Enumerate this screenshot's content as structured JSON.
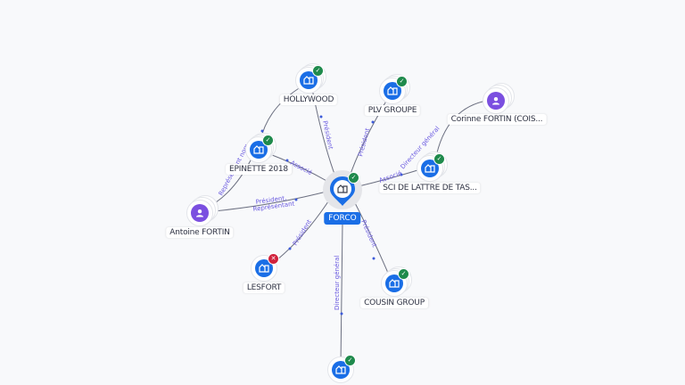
{
  "colors": {
    "company": "#1a6ee6",
    "person": "#7b4fe0",
    "active_badge": "#1f8a4c",
    "closed_badge": "#d1223c",
    "edge_label": "#6a5ae0"
  },
  "center": {
    "label": "FORCO",
    "type": "company",
    "status": "active",
    "icon": "building-icon"
  },
  "nodes": [
    {
      "id": "hollywood",
      "label": "HOLLYWOOD",
      "type": "company",
      "status": "active",
      "icon": "building-icon"
    },
    {
      "id": "plv",
      "label": "PLV GROUPE",
      "type": "company",
      "status": "active",
      "icon": "building-icon"
    },
    {
      "id": "corinne",
      "label": "Corinne FORTIN (COIS...",
      "type": "person",
      "icon": "person-icon"
    },
    {
      "id": "epinette",
      "label": "EPINETTE 2018",
      "type": "company",
      "status": "active",
      "icon": "building-icon"
    },
    {
      "id": "sci",
      "label": "SCI DE LATTRE DE TAS...",
      "type": "company",
      "status": "active",
      "icon": "building-icon"
    },
    {
      "id": "antoine",
      "label": "Antoine FORTIN",
      "type": "person",
      "icon": "person-icon"
    },
    {
      "id": "lesfort",
      "label": "LESFORT",
      "type": "company",
      "status": "closed",
      "icon": "building-icon"
    },
    {
      "id": "cousin",
      "label": "COUSIN GROUP",
      "type": "company",
      "status": "active",
      "icon": "building-icon"
    },
    {
      "id": "bottom",
      "label": "",
      "type": "company",
      "status": "active",
      "icon": "building-icon"
    }
  ],
  "edges": [
    {
      "from": "center",
      "to": "hollywood",
      "label": "Président"
    },
    {
      "from": "center",
      "to": "plv",
      "label": "Président"
    },
    {
      "from": "center",
      "to": "epinette",
      "label": "Associé"
    },
    {
      "from": "center",
      "to": "sci",
      "label": "Associé"
    },
    {
      "from": "corinne",
      "to": "sci",
      "label": "Directeur général"
    },
    {
      "from": "antoine",
      "to": "center",
      "label": "Président, Représentant"
    },
    {
      "from": "antoine",
      "to": "epinette",
      "label": "Représentant nom..."
    },
    {
      "from": "hollywood",
      "to": "epinette",
      "label": ""
    },
    {
      "from": "center",
      "to": "lesfort",
      "label": "Président"
    },
    {
      "from": "center",
      "to": "cousin",
      "label": "Président"
    },
    {
      "from": "center",
      "to": "bottom",
      "label": "Directeur général"
    }
  ]
}
